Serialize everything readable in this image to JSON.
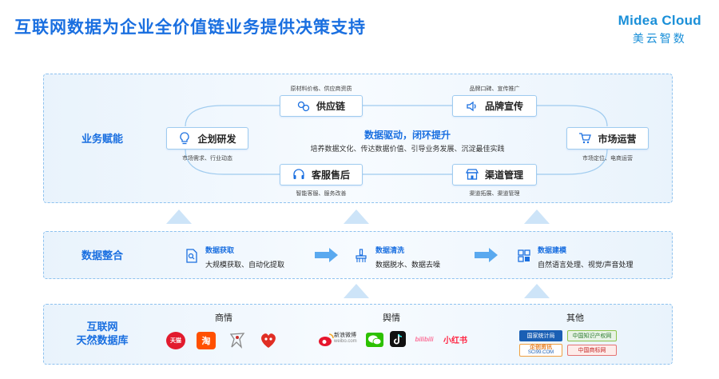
{
  "page": {
    "title": "互联网数据为企业全价值链业务提供决策支持",
    "logo_en": "Midea Cloud",
    "logo_cn": "美云智数"
  },
  "layer1": {
    "label": "业务赋能",
    "nodes": {
      "rnd": {
        "label": "企划研发",
        "caption": "市场需求、行业动态",
        "icon": "lightbulb-icon"
      },
      "supply": {
        "label": "供应链",
        "caption": "原材料价格、供应商资质",
        "icon": "link-icon"
      },
      "brand": {
        "label": "品牌宣传",
        "caption": "品牌口碑、宣传推广",
        "icon": "speaker-icon"
      },
      "market": {
        "label": "市场运营",
        "caption": "市场定位、电商运营",
        "icon": "cart-icon"
      },
      "service": {
        "label": "客服售后",
        "caption": "智能客服、服务改善",
        "icon": "headset-icon"
      },
      "channel": {
        "label": "渠道管理",
        "caption": "渠道拓展、渠道管理",
        "icon": "store-icon"
      }
    },
    "center_title": "数据驱动，闭环提升",
    "center_desc": "培养数据文化、传达数据价值、引导业务发展、沉淀最佳实践"
  },
  "layer2": {
    "label": "数据整合",
    "steps": [
      {
        "title": "数据获取",
        "desc": "大规模获取、自动化提取",
        "icon": "search-doc-icon"
      },
      {
        "title": "数据清洗",
        "desc": "数据脱水、数据去噪",
        "icon": "broom-icon"
      },
      {
        "title": "数据建模",
        "desc": "自然语言处理、视觉/声音处理",
        "icon": "blocks-icon"
      }
    ]
  },
  "layer3": {
    "label_line1": "互联网",
    "label_line2": "天然数据库",
    "groups": [
      {
        "title": "商情",
        "brands": [
          "天猫",
          "淘",
          "",
          ""
        ]
      },
      {
        "title": "舆情",
        "brands": [
          "新浪微博",
          "",
          "",
          "bilibili",
          "小红书"
        ]
      },
      {
        "title": "其他",
        "brands": [
          "国家统计局",
          "中国知识产权网",
          "企创资讯",
          "中国商标网"
        ]
      }
    ],
    "weibo_sub": "weibo.com",
    "sci_sub": "SCI99.COM"
  },
  "colors": {
    "accent": "#1a6fe0",
    "arrow": "#5aa9ef",
    "border": "#8ec2ef"
  }
}
